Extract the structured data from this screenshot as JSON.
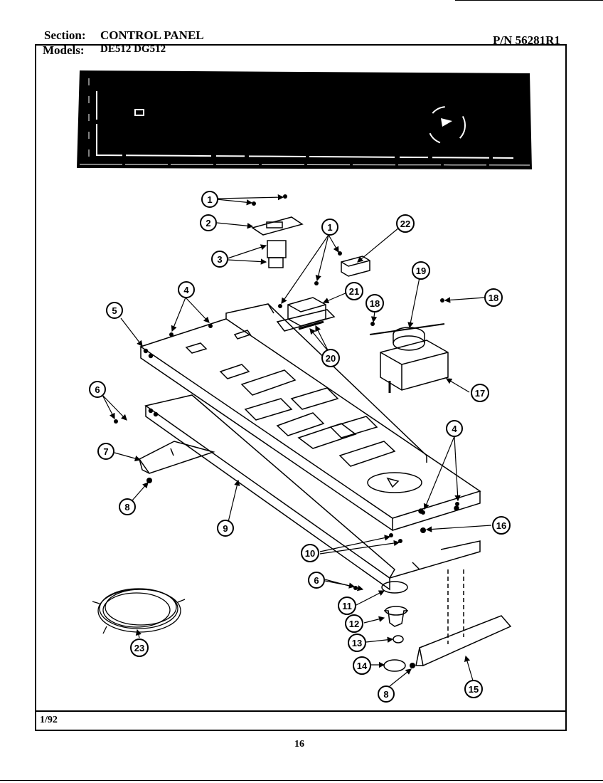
{
  "header": {
    "section_label": "Section:",
    "section_value": "CONTROL PANEL",
    "models_label": "Models:",
    "models_value": "DE512  DG512",
    "part_number": "P/N 56281R1"
  },
  "footer": {
    "date": "1/92",
    "page_number": "16"
  },
  "callouts": {
    "c1a": "1",
    "c1b": "1",
    "c2": "2",
    "c3": "3",
    "c4a": "4",
    "c4b": "4",
    "c5": "5",
    "c6a": "6",
    "c6b": "6",
    "c7": "7",
    "c8a": "8",
    "c8b": "8",
    "c9": "9",
    "c10": "10",
    "c11": "11",
    "c12": "12",
    "c13": "13",
    "c14": "14",
    "c15": "15",
    "c16": "16",
    "c17": "17",
    "c18a": "18",
    "c18b": "18",
    "c19": "19",
    "c20": "20",
    "c21": "21",
    "c22": "22",
    "c23": "23"
  }
}
